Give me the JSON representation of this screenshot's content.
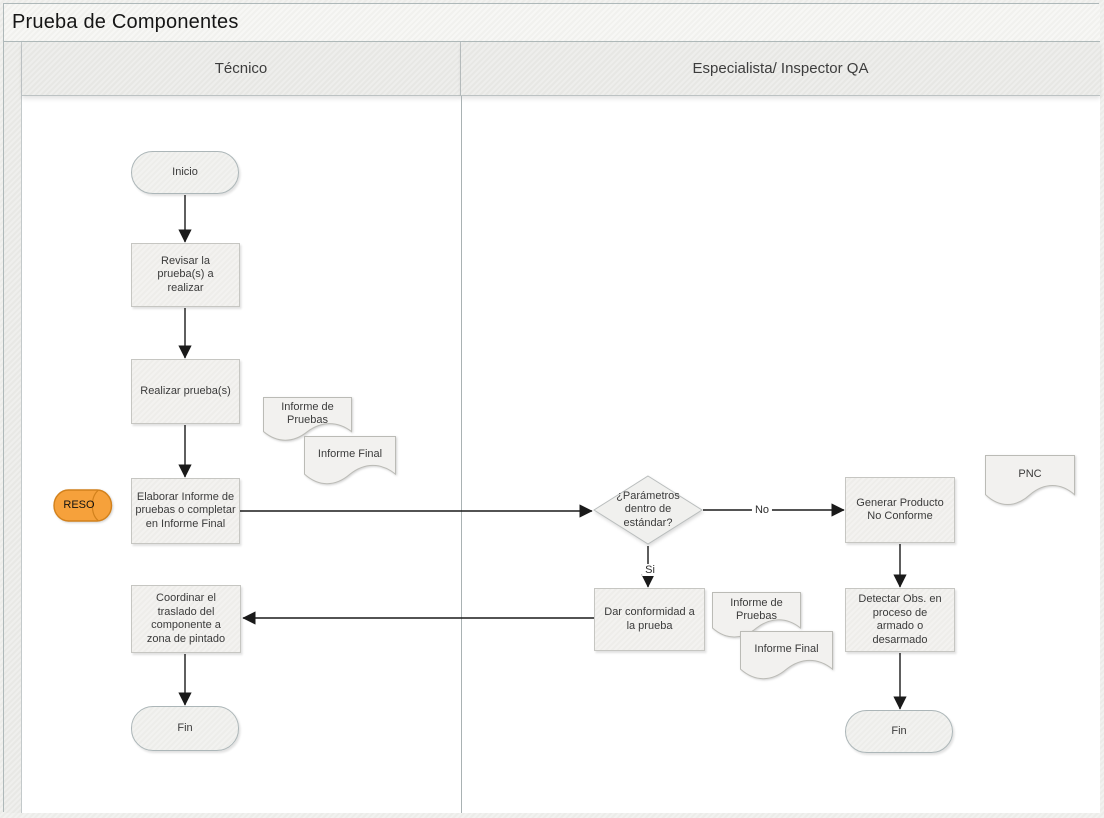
{
  "window": {
    "title": "Prueba de Componentes"
  },
  "lanes": [
    {
      "id": "tecnico",
      "label": "Técnico"
    },
    {
      "id": "qa",
      "label": "Especialista/ Inspector QA"
    }
  ],
  "nodes": {
    "inicio": {
      "type": "terminator",
      "lane": "tecnico",
      "label": "Inicio"
    },
    "revisar": {
      "type": "process",
      "lane": "tecnico",
      "label": "Revisar la prueba(s) a realizar"
    },
    "realizar": {
      "type": "process",
      "lane": "tecnico",
      "label": "Realizar prueba(s)"
    },
    "informe_pruebas_1": {
      "type": "document",
      "lane": "tecnico",
      "label": "Informe de Pruebas"
    },
    "informe_final_1": {
      "type": "document",
      "lane": "tecnico",
      "label": "Informe Final"
    },
    "reso": {
      "type": "stored_data",
      "lane": "tecnico",
      "label": "RESO"
    },
    "elaborar": {
      "type": "process",
      "lane": "tecnico",
      "label": "Elaborar Informe de pruebas o completar en Informe Final"
    },
    "decision": {
      "type": "decision",
      "lane": "qa",
      "label": "¿Parámetros dentro de estándar?"
    },
    "generar": {
      "type": "process",
      "lane": "qa",
      "label": "Generar Producto No Conforme"
    },
    "pnc": {
      "type": "document",
      "lane": "qa",
      "label": "PNC"
    },
    "dar_conformidad": {
      "type": "process",
      "lane": "qa",
      "label": "Dar conformidad a la prueba"
    },
    "informe_pruebas_2": {
      "type": "document",
      "lane": "qa",
      "label": "Informe de Pruebas"
    },
    "informe_final_2": {
      "type": "document",
      "lane": "qa",
      "label": "Informe Final"
    },
    "coordinar": {
      "type": "process",
      "lane": "tecnico",
      "label": "Coordinar el traslado del componente a zona de pintado"
    },
    "fin_tecnico": {
      "type": "terminator",
      "lane": "tecnico",
      "label": "Fin"
    },
    "detectar": {
      "type": "process",
      "lane": "qa",
      "label": "Detectar Obs. en proceso de armado o desarmado"
    },
    "fin_qa": {
      "type": "terminator",
      "lane": "qa",
      "label": "Fin"
    }
  },
  "edge_labels": {
    "no": "No",
    "si": "Si"
  },
  "colors": {
    "stored_data_fill": "#F6A13B",
    "stored_data_border": "#D2811C",
    "shape_fill": "#F2F1EF",
    "shape_border": "#C6C6C2",
    "terminator_border": "#ACB6B8",
    "connector": "#1A1A1A"
  }
}
